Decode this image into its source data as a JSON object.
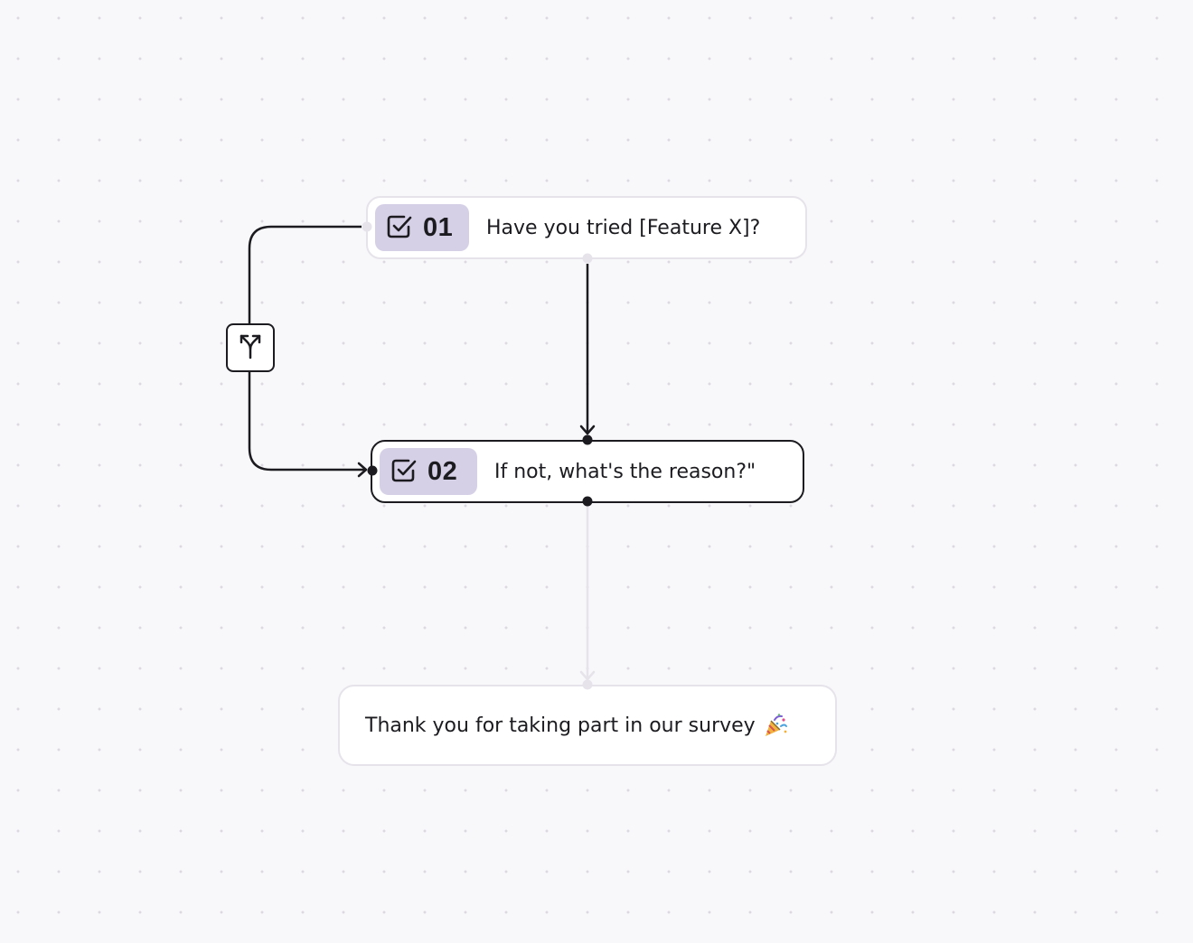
{
  "canvas": {
    "background": "#f8f7fa",
    "dot_color": "#dcdae0"
  },
  "nodes": {
    "q1": {
      "number": "01",
      "text": "Have you tried [Feature X]?",
      "icon": "checkbox-icon",
      "badge_color": "#d6d0e7",
      "selected": false
    },
    "q2": {
      "number": "02",
      "text": "If not, what's the reason?\"",
      "icon": "checkbox-icon",
      "badge_color": "#d6d0e7",
      "selected": true
    },
    "end": {
      "text": "Thank you for taking part in our survey",
      "icon": "party-popper-icon"
    }
  },
  "branch": {
    "icon": "split-arrows-icon"
  },
  "edges": [
    {
      "from": "q1",
      "to": "q2",
      "kind": "default",
      "highlighted": true
    },
    {
      "from": "q1",
      "to": "q2",
      "kind": "branch",
      "highlighted": true
    },
    {
      "from": "q2",
      "to": "end",
      "kind": "default",
      "highlighted": false
    }
  ],
  "colors": {
    "accent_dark": "#1c1b1f",
    "edge_muted": "#e6e3ea",
    "node_border": "#e6e3ea"
  }
}
